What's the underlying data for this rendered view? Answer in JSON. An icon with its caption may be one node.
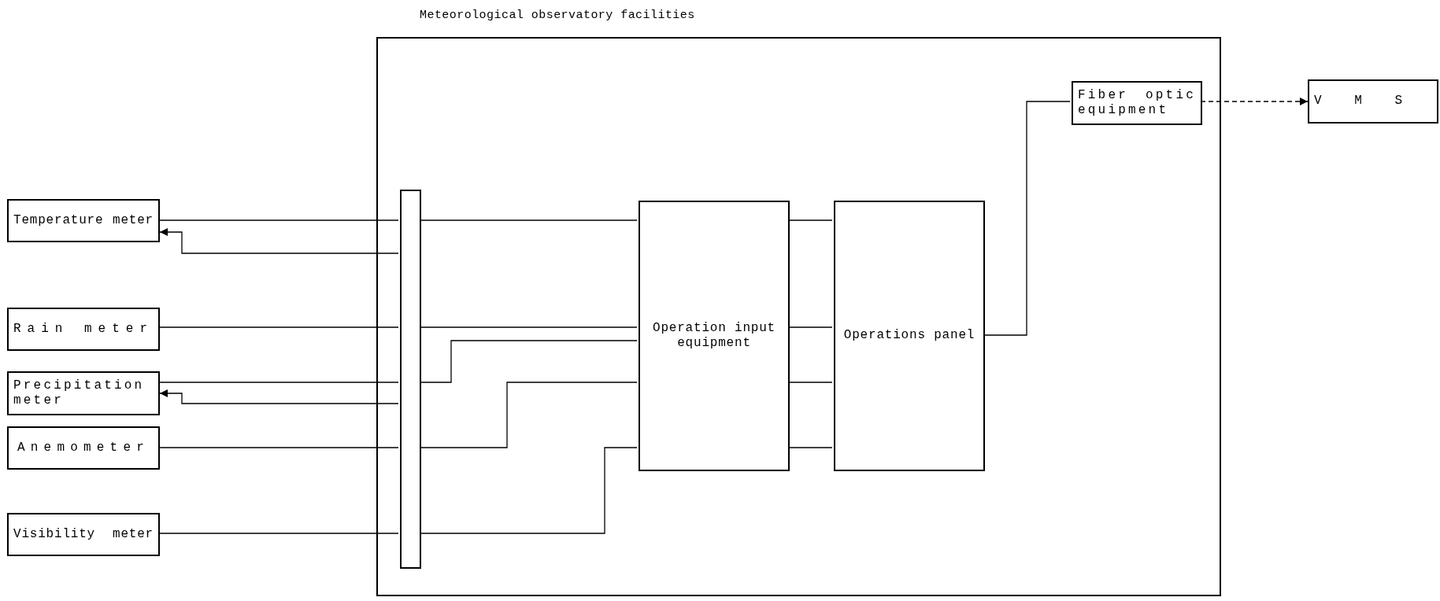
{
  "diagram": {
    "nodes": [
      {
        "text": [
          "Meteorological observatory facilities"
        ]
      },
      {
        "text": [
          "Temperature meter"
        ]
      },
      {
        "text": [
          "Rain meter"
        ]
      },
      {
        "text": [
          "Precipitation meter"
        ]
      },
      {
        "text": [
          "Anemometer"
        ]
      },
      {
        "text": [
          "Visibility meter"
        ]
      },
      {
        "text": [],
        "shape": "bar",
        "in": 0
      },
      {
        "text": [
          "Operation input equipment"
        ],
        "in": 0
      },
      {
        "text": [
          "Operations panel"
        ],
        "in": 0
      },
      {
        "text": [
          "Fiber optic equipment"
        ],
        "in": 0
      },
      {
        "text": [
          "VMS"
        ]
      }
    ],
    "edges": [
      {
        "from": 1,
        "to": 6,
        "arrow": "none"
      },
      {
        "from": 6,
        "to": 1,
        "arrow": "to"
      },
      {
        "from": 2,
        "to": 6,
        "arrow": "none"
      },
      {
        "from": 3,
        "to": 6,
        "arrow": "none"
      },
      {
        "from": 6,
        "to": 3,
        "arrow": "to"
      },
      {
        "from": 4,
        "to": 6,
        "arrow": "none"
      },
      {
        "from": 5,
        "to": 6,
        "arrow": "none"
      },
      {
        "from": 6,
        "to": 7,
        "arrow": "none"
      },
      {
        "from": 6,
        "to": 7,
        "arrow": "none"
      },
      {
        "from": 6,
        "to": 7,
        "arrow": "none"
      },
      {
        "from": 6,
        "to": 7,
        "arrow": "none"
      },
      {
        "from": 6,
        "to": 7,
        "arrow": "none"
      },
      {
        "from": 7,
        "to": 8,
        "arrow": "none"
      },
      {
        "from": 7,
        "to": 8,
        "arrow": "none"
      },
      {
        "from": 7,
        "to": 8,
        "arrow": "none"
      },
      {
        "from": 7,
        "to": 8,
        "arrow": "none"
      },
      {
        "from": 8,
        "to": 9,
        "arrow": "none"
      },
      {
        "from": 9,
        "to": 10,
        "arrow": "to",
        "style": "dashed"
      }
    ]
  }
}
